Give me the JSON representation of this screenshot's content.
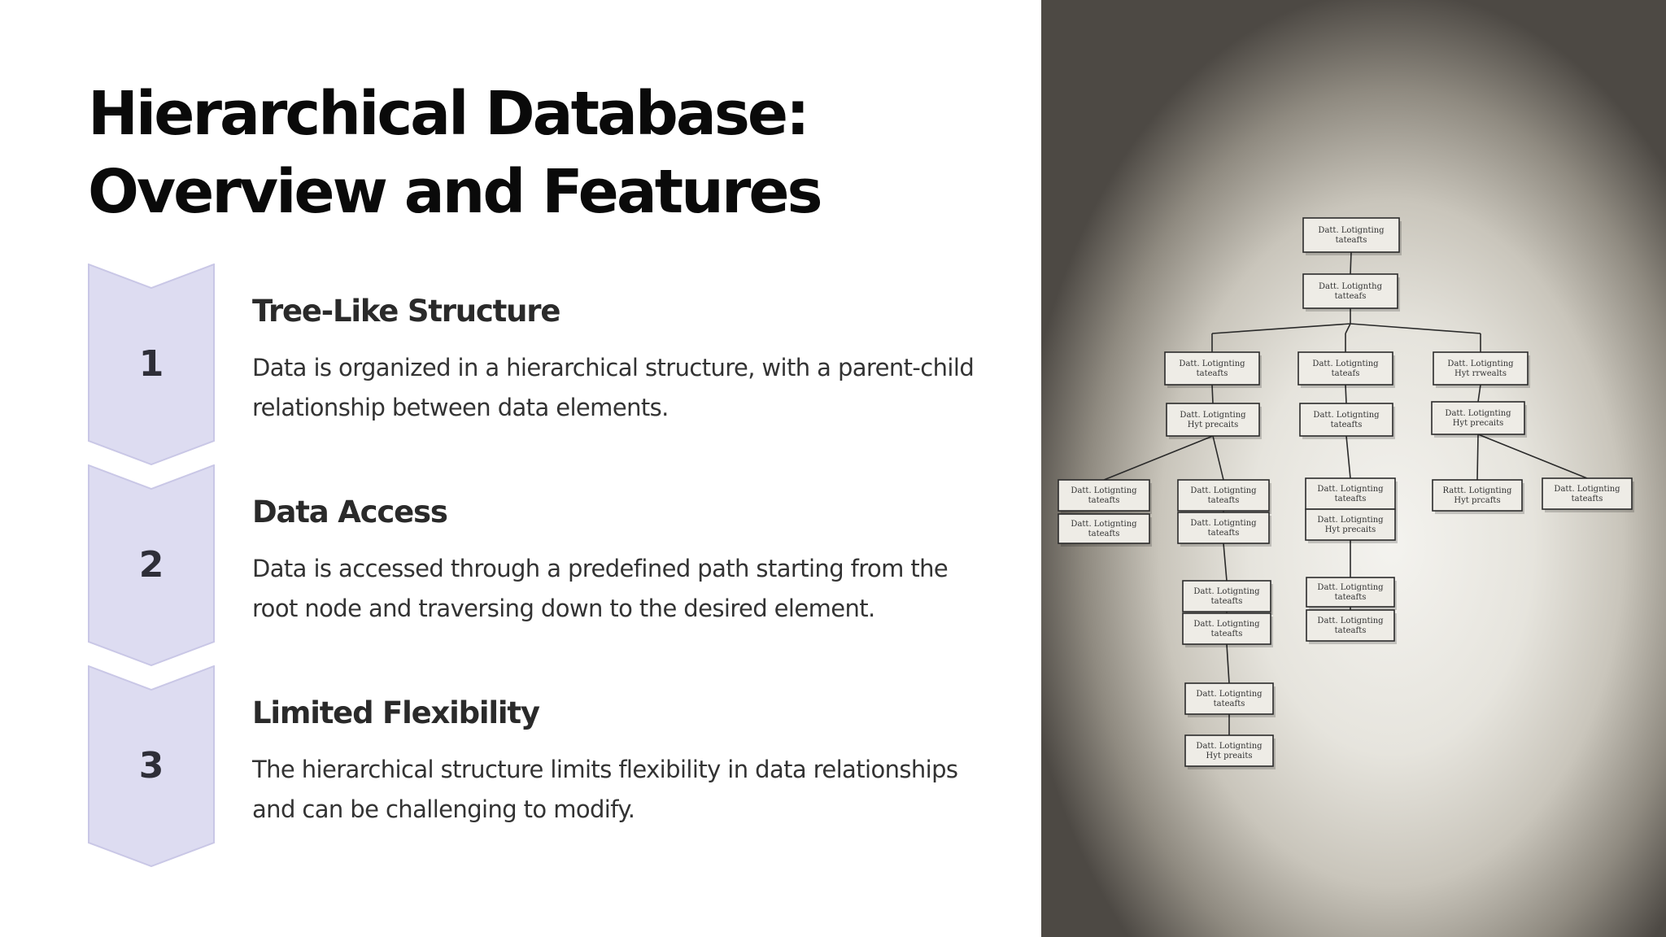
{
  "title": {
    "line1": "Hierarchical Database:",
    "line2": "Overview and Features"
  },
  "steps": [
    {
      "number": "1",
      "heading": "Tree-Like Structure",
      "description": "Data is organized in a hierarchical structure, with a parent-child relationship between data elements."
    },
    {
      "number": "2",
      "heading": "Data Access",
      "description": "Data is accessed through a predefined path starting from the root node and traversing down to the desired element."
    },
    {
      "number": "3",
      "heading": "Limited Flexibility",
      "description": "The hierarchical structure limits flexibility in data relationships and can be challenging to modify."
    }
  ],
  "colors": {
    "chevron_fill": "#dddcf1",
    "chevron_stroke": "#c9c7e6",
    "title_text": "#0a0a0a"
  },
  "photo": {
    "node_labels": [
      [
        "Datt. Lotignting",
        "tateafts"
      ],
      [
        "Datt. Lotignthg",
        "tatteafs"
      ],
      [
        "Datt. Lotignting",
        "tateafts"
      ],
      [
        "Datt. Lotignting",
        "tateafs"
      ],
      [
        "Datt. Lotignting",
        "Hyt rrwealts"
      ],
      [
        "Datt. Lotignting",
        "Hyt precaits"
      ],
      [
        "Datt. Lotignting",
        "tateafts"
      ],
      [
        "Datt. Lotignting",
        "Hyt precaits"
      ],
      [
        "Datt. Lotignting",
        "tateafts"
      ],
      [
        "Datt. Lotignting",
        "tateafts"
      ],
      [
        "Datt. Lotignting",
        "tateafts"
      ],
      [
        "Rattt. Lotignting",
        "Hyt prcafts"
      ],
      [
        "Datt. Lotignting",
        "tateafts"
      ],
      [
        "Datt. Lotignting",
        "tateafts"
      ],
      [
        "Datt. Lotignting",
        "tateafts"
      ],
      [
        "Datt. Lotignting",
        "Hyt precaits"
      ],
      [
        "Datt. Lotignting",
        "tateafts"
      ],
      [
        "Datt. Lotignting",
        "tateafts"
      ],
      [
        "Datt. Lotignting",
        "tateafts"
      ],
      [
        "Datt. Lotignting",
        "tateafts"
      ],
      [
        "Datt. Lotignting",
        "tateafts"
      ],
      [
        "Datt. Lotignting",
        "Hyt preaits"
      ]
    ]
  }
}
